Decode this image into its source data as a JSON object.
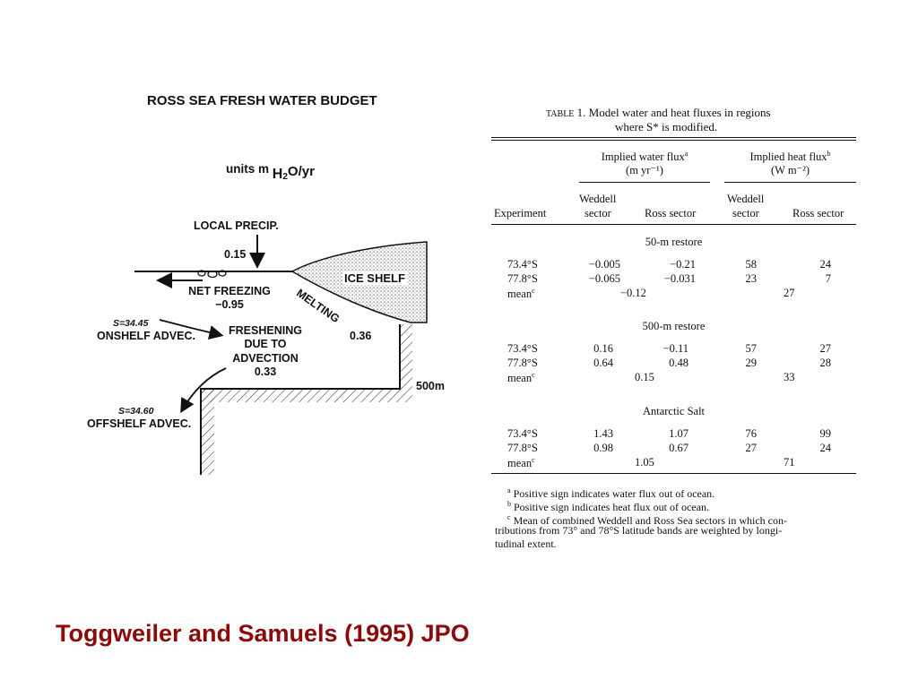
{
  "diagram": {
    "title": "ROSS SEA FRESH WATER BUDGET",
    "units_prefix": "units m",
    "units_h": "H",
    "units_sub": "2",
    "units_suffix": "O/yr",
    "local_precip_label": "LOCAL PRECIP.",
    "local_precip_value": "0.15",
    "ice_shelf_label": "ICE SHELF",
    "melting_label": "MELTING",
    "melting_value": "0.36",
    "net_freezing_label": "NET FREEZING",
    "net_freezing_value": "−0.95",
    "onshelf_salinity": "S=34.45",
    "onshelf_label": "ONSHELF ADVEC.",
    "freshening_line1": "FRESHENING",
    "freshening_line2": "DUE TO",
    "freshening_line3": "ADVECTION",
    "freshening_value": "0.33",
    "depth_label": "500m",
    "offshelf_salinity": "S=34.60",
    "offshelf_label": "OFFSHELF ADVEC."
  },
  "table": {
    "caption_prefix": "Table",
    "caption_line1": "1. Model water and heat fluxes in regions",
    "caption_line2": "where S* is modified.",
    "header_water_flux": "Implied water flux",
    "header_water_flux_mark": "a",
    "header_water_units": "(m yr⁻¹)",
    "header_heat_flux": "Implied heat flux",
    "header_heat_flux_mark": "b",
    "header_heat_units": "(W m⁻²)",
    "col_experiment": "Experiment",
    "col_weddell_line1": "Weddell",
    "col_weddell_line2": "sector",
    "col_ross": "Ross sector",
    "sections": [
      {
        "title": "50-m restore",
        "rows": [
          {
            "lat": "73.4°S",
            "w_weddell": "−0.005",
            "w_ross": "−0.21",
            "h_weddell": "58",
            "h_ross": "24"
          },
          {
            "lat": "77.8°S",
            "w_weddell": "−0.065",
            "w_ross": "−0.031",
            "h_weddell": "23",
            "h_ross": "7"
          }
        ],
        "mean_label": "mean",
        "mean_mark": "c",
        "mean_water": "−0.12",
        "mean_heat": "27"
      },
      {
        "title": "500-m restore",
        "rows": [
          {
            "lat": "73.4°S",
            "w_weddell": "0.16",
            "w_ross": "−0.11",
            "h_weddell": "57",
            "h_ross": "27"
          },
          {
            "lat": "77.8°S",
            "w_weddell": "0.64",
            "w_ross": "0.48",
            "h_weddell": "29",
            "h_ross": "28"
          }
        ],
        "mean_label": "mean",
        "mean_mark": "c",
        "mean_water": "0.15",
        "mean_heat": "33"
      },
      {
        "title": "Antarctic Salt",
        "rows": [
          {
            "lat": "73.4°S",
            "w_weddell": "1.43",
            "w_ross": "1.07",
            "h_weddell": "76",
            "h_ross": "99"
          },
          {
            "lat": "77.8°S",
            "w_weddell": "0.98",
            "w_ross": "0.67",
            "h_weddell": "27",
            "h_ross": "24"
          }
        ],
        "mean_label": "mean",
        "mean_mark": "c",
        "mean_water": "1.05",
        "mean_heat": "71"
      }
    ],
    "footnotes": [
      {
        "mark": "a",
        "text": "Positive sign indicates water flux out of ocean."
      },
      {
        "mark": "b",
        "text": "Positive sign indicates heat flux out of ocean."
      },
      {
        "mark": "c",
        "text": "Mean of combined Weddell and Ross Sea sectors in which con-"
      }
    ],
    "footnote_c_line2": "tributions from 73° and 78°S latitude bands are weighted by longi-",
    "footnote_c_line3": "tudinal extent."
  },
  "credit": "Toggweiler and Samuels (1995) JPO"
}
